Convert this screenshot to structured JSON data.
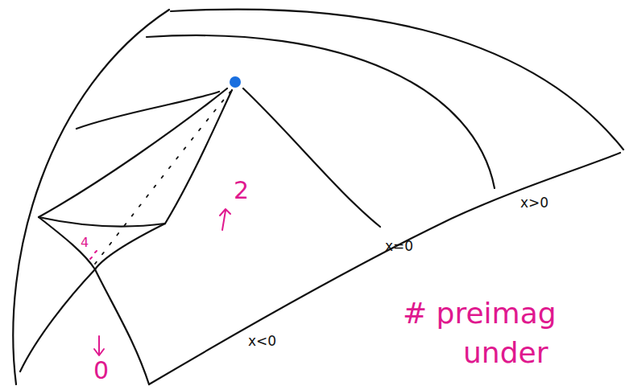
{
  "diagram": {
    "labels": [
      "2",
      "0",
      "4",
      "x>0",
      "x=0",
      "x<0",
      "# preimag under"
    ]
  }
}
